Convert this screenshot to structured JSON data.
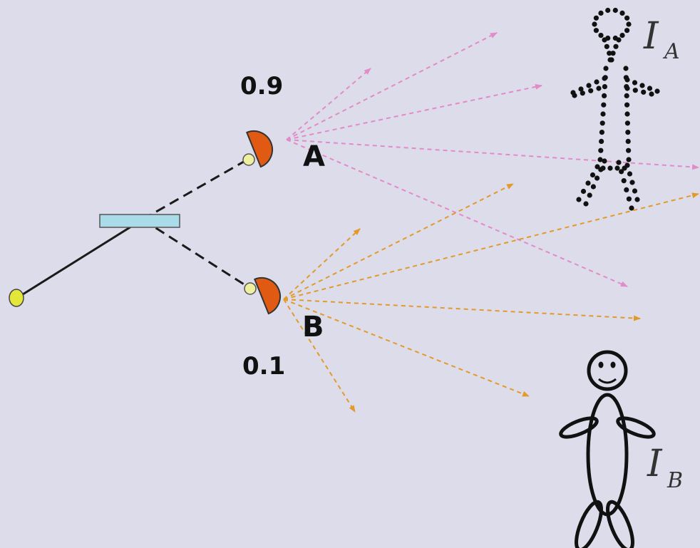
{
  "diagram": {
    "detectors": {
      "a": {
        "label": "A",
        "probability": "0.9"
      },
      "b": {
        "label": "B",
        "probability": "0.1"
      }
    },
    "figures": {
      "a": {
        "symbol": "I",
        "subscript": "A",
        "style": "dotted"
      },
      "b": {
        "symbol": "I",
        "subscript": "B",
        "style": "solid"
      }
    },
    "components": [
      "source",
      "beam-splitter",
      "detector-a",
      "detector-b"
    ]
  },
  "colors": {
    "background": "#dcdcea",
    "source": "#e4e63a",
    "splitter": "#a9dbe8",
    "detector": "#e05a14",
    "detector_window": "#efefa0",
    "arrows_a": "#e38ac8",
    "arrows_b": "#e39a2a",
    "line": "#1a1a1a"
  }
}
